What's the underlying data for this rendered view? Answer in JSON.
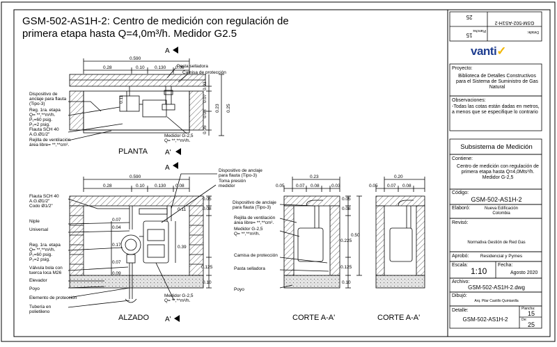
{
  "title": {
    "line1": "GSM-502-AS1H-2: Centro de medición con regulación de",
    "line2": "primera etapa hasta Q=4,0m³/h.  Medidor G2.5"
  },
  "views": {
    "planta": "PLANTA",
    "alzado": "ALZADO",
    "corte1": "CORTE A-A'",
    "corte2": "CORTE A-A'",
    "a_mark": "A",
    "a_prime": "A'"
  },
  "plan_dims": {
    "total": "0.590",
    "d1": "0.28",
    "d2": "0.10",
    "d3": "0.130",
    "d4": "0.08",
    "v1": "0.03",
    "v2": "0.07",
    "v3": "0.08",
    "v4": "0.05",
    "v5": "0.23",
    "v6": "0.25",
    "v7": "0.11"
  },
  "plan_labels": {
    "pasta": "Pasta selladora",
    "camisa": "Camisa de protección",
    "disp1": "Dispositivo de",
    "disp2": "anclaje para flauta",
    "disp3": "(Tipo-3)",
    "reg1": "Reg. 1ra. etapa",
    "reg2": "Q= **,**m³/h.",
    "reg3": "P₁=60 psig.",
    "reg4": "P₂=2 psig.",
    "flauta1": "Flauta SCH 40",
    "flauta2": "A.G.Ø1/2\"",
    "rej1": "Rejilla de ventilación",
    "rej2": "área libre= **,**cm².",
    "med1": "Medidor G-2,5",
    "med2": "Q= **,**m³/h."
  },
  "elev_dims": {
    "total": "0.590",
    "d1": "0.28",
    "d2": "0.10",
    "d3": "0.130",
    "d4": "0.08",
    "v1": "0.05",
    "v2": "0.08",
    "v3": "0.11",
    "v4": "0.07",
    "v5": "0.04",
    "v6": "0.17",
    "v7": "0.07",
    "v8": "0.09",
    "v9": "0.39",
    "v10": "0.125",
    "v11": "0.10"
  },
  "elev_labels": {
    "disp1": "Dispositivo de anclaje",
    "disp2": "para flauta (Tipo-3)",
    "toma1": "Toma presión",
    "toma2": "medidor",
    "flauta1": "Flauta SCH 40",
    "flauta2": "A.G.Ø1/2\"",
    "codo": "Codo Ø1/2\"",
    "niple": "Niple",
    "universal": "Universal",
    "reg1": "Reg. 1ra. etapa",
    "reg2": "Q= **,**m³/h.",
    "reg3": "P₁=60 psig.",
    "reg4": "P₂=2 psig.",
    "valv1": "Válvula bola con",
    "valv2": "tuerca loca M26",
    "elevador": "Elevador",
    "poyo": "Poyo",
    "elem": "Elemento de protección",
    "tub1": "Tubería en",
    "tub2": "polietileno",
    "med1": "Medidor G-2,5",
    "med2": "Q= **,**m³/h."
  },
  "section_dims": {
    "w1": "0.23",
    "a": "0.05",
    "b": "0.07",
    "c": "0.08",
    "d": "0.03",
    "w2": "0.20",
    "e": "0.05",
    "f": "0.07",
    "g": "0.08",
    "v1": "0.05",
    "v2": "0.08",
    "v3": "0.50",
    "v4": "0.225",
    "v5": "0.125",
    "v6": "0.10"
  },
  "section_labels": {
    "disp1": "Dispositivo de anclaje",
    "disp2": "para flauta (Tipo-3)",
    "rej1": "Rejilla de ventilación",
    "rej2": "área libre= **,**cm².",
    "med1": "Medidor G-2,5",
    "med2": "Q= **,**m³/h.",
    "camisa": "Camisa de protección",
    "pasta": "Pasta selladora",
    "poyo": "Poyo"
  },
  "panel": {
    "top_num": "25",
    "top_code": "GSM-502-AS1H-2",
    "top_plancha": "Plancha:",
    "top_plancha_num": "15",
    "top_detalle": "Detalle:",
    "logo": "vanti",
    "proyecto_label": "Proyecto:",
    "proyecto": "Biblioteca de Detalles Constructivos para el Sistema de Suministro de Gas Natural",
    "obs_label": "Observaciones:",
    "obs": "-Todas las cotas están dadas en metros, a menos que se especifique lo contrario",
    "subsistema": "Subsistema de Medición",
    "contiene_label": "Contiene:",
    "contiene": "Centro de medición con regulación de primera etapa hasta Q=4,0Mts³/h. Medidor G-2,5",
    "codigo_label": "Código:",
    "codigo": "GSM-502-AS1H-2",
    "elaboro_label": "Elaboró:",
    "elaboro": "Nueva Edificación Colombia",
    "reviso_label": "Revisó:",
    "reviso": "Normativa Gestión de Red Gas",
    "aprobo_label": "Aprobó:",
    "aprobo": "Residencial y Pymes",
    "escala_label": "Escala:",
    "escala": "1:10",
    "fecha_label": "Fecha:",
    "fecha": "Agosto 2020",
    "archivo_label": "Archivo:",
    "archivo": "GSM-502-AS1H-2.dwg",
    "dibujo_label": "Dibujó:",
    "dibujo": "Arq. Pilar Castillo Quintanilla",
    "detalle_label": "Detalle:",
    "plancha_label": "Plancha:",
    "plancha": "15",
    "de_label": "De:",
    "de": "25",
    "detalle": "GSM-502-AS1H-2"
  },
  "colors": {
    "line": "#000000",
    "hatch": "#555555",
    "logo_blue": "#1e3d8f",
    "logo_yellow": "#f2b600"
  }
}
